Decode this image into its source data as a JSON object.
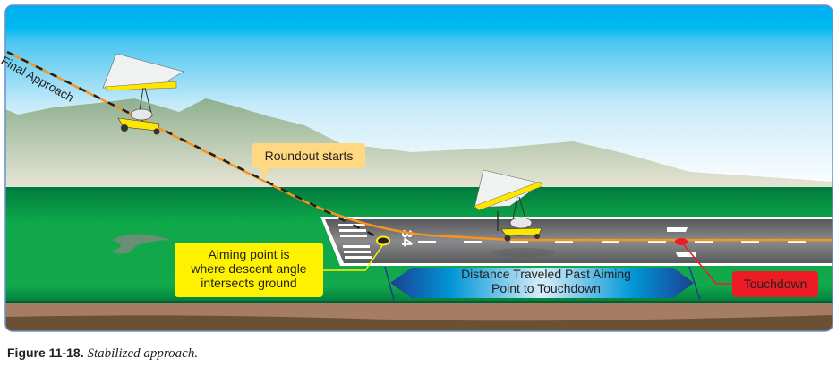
{
  "figure": {
    "labels": {
      "final_approach": "Final Approach",
      "roundout_starts": "Roundout starts",
      "aiming_point": [
        "Aiming point is",
        "where descent angle",
        "intersects ground"
      ],
      "distance": [
        "Distance Traveled Past Aiming",
        "Point to Touchdown"
      ],
      "touchdown": "Touchdown",
      "runway_number": "34"
    },
    "colors": {
      "sky_top": "#00aeef",
      "sky_bottom": "#ffffff",
      "grass": "#0fa84a",
      "grass_dark": "#007a3d",
      "runway": "#77787b",
      "approach_path": "#f7941d",
      "roundout_callout": "#ffd982",
      "aiming_callout": "#fff200",
      "touchdown_callout": "#ed1c24",
      "distance_arrow": "#0072bc",
      "soil": "#a57c65",
      "soil_dark": "#6b5134"
    }
  },
  "caption": {
    "number": "Figure 11-18.",
    "title": "Stabilized approach."
  }
}
